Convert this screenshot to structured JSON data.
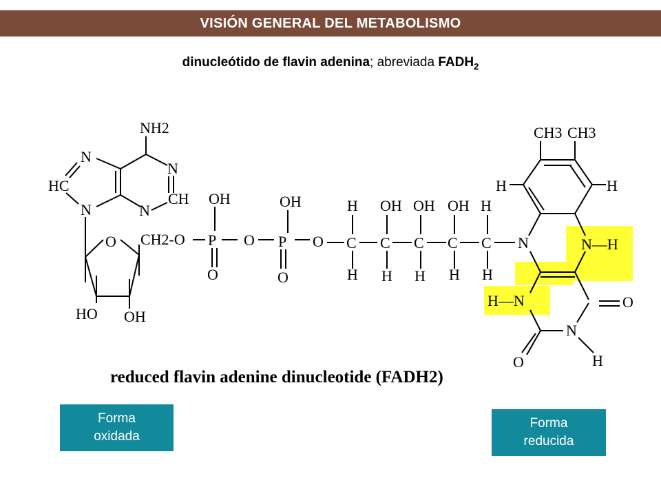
{
  "header": {
    "title": "VISIÓN GENERAL DEL METABOLISMO"
  },
  "subtitle": {
    "bold_part": "dinucleótido de flavin adenina",
    "middle": "; abreviada ",
    "abbr": "FADH",
    "abbr_sub": "2"
  },
  "diagram": {
    "caption": "reduced flavin adenine dinucleotide (FADH2)",
    "highlight_color": "#ffff33",
    "labels": {
      "nh2": "NH2",
      "n1": "N",
      "n2": "N",
      "n3": "N",
      "n4": "N",
      "hc": "HC",
      "ch": "CH",
      "o_ring": "O",
      "ch2o": "CH2-O",
      "p1": "P",
      "p2": "P",
      "oh_p1": "OH",
      "oh_p2": "OH",
      "o_p1": "O",
      "o_p2": "O",
      "o_bridge1": "O",
      "o_bridge2": "O",
      "ho": "HO",
      "oh_sugar": "OH",
      "c1": "C",
      "c2": "C",
      "c3": "C",
      "c4": "C",
      "c5": "C",
      "h_top1": "H",
      "oh_top2": "OH",
      "oh_top3": "OH",
      "oh_top4": "OH",
      "h_top5": "H",
      "h_bot1": "H",
      "h_bot2": "H",
      "h_bot3": "H",
      "h_bot4": "H",
      "h_bot5": "H",
      "n_ribityl": "N",
      "ch3_a": "CH3",
      "ch3_b": "CH3",
      "h_left": "H",
      "h_right": "H",
      "nh_right": "N—H",
      "hn_left": "H—N",
      "o_right": "O",
      "n_bottom": "N",
      "h_bottom": "H",
      "o_bottom": "O"
    }
  },
  "boxes": {
    "oxidada": "Forma\noxidada",
    "reducida": "Forma\nreducida"
  }
}
